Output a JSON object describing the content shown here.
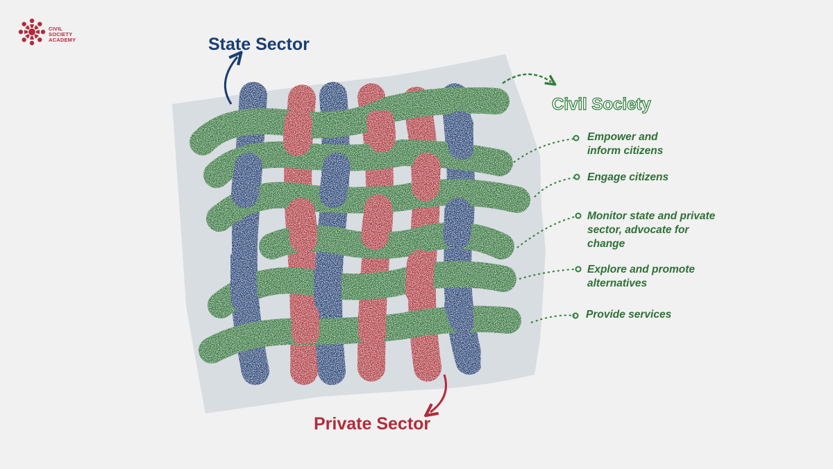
{
  "logo": {
    "icon": "sunburst-people-logo-icon",
    "line1": "CIVIL",
    "line2": "SOCIETY",
    "line3": "ACADEMY",
    "color": "#b32b3b"
  },
  "sectors": {
    "state": {
      "label": "State Sector",
      "color": "#1a3d73"
    },
    "private": {
      "label": "Private Sector",
      "color": "#b32b3b"
    },
    "civil": {
      "label": "Civil Society",
      "color": "#2f7d3a"
    }
  },
  "civil_society_roles": [
    {
      "line1": "Empower and",
      "line2": "inform citizens",
      "line3": ""
    },
    {
      "line1": "Engage citizens",
      "line2": "",
      "line3": ""
    },
    {
      "line1": "Monitor state and private",
      "line2": "sector, advocate for",
      "line3": "change"
    },
    {
      "line1": "Explore and promote",
      "line2": "alternatives",
      "line3": ""
    },
    {
      "line1": "Provide services",
      "line2": "",
      "line3": ""
    }
  ],
  "colors": {
    "background": "#f1f1f1",
    "cloth": "#d8dde2",
    "state_thread": "#153f7a",
    "private_thread": "#b3333a",
    "civil_thread": "#2c7a36"
  }
}
